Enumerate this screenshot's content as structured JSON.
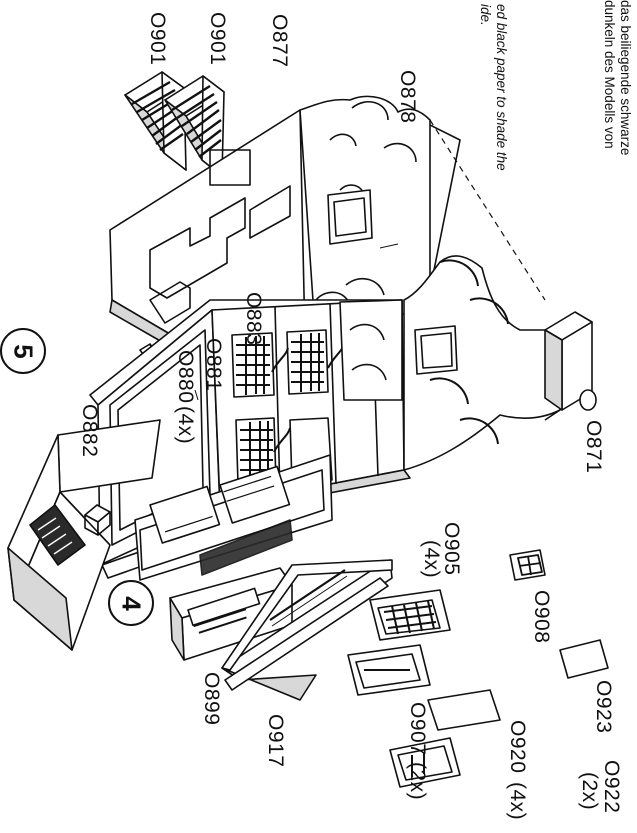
{
  "instructions": {
    "de_line1": "das beiliegende schwarze",
    "de_line2": "dunkeln des Modells von",
    "en_line1": "ed black paper to shade the",
    "en_line2": "ide."
  },
  "parts": {
    "p871": "O871",
    "p877": "O877",
    "p878": "O878",
    "p880": "O880",
    "p880_qty": "(4x)",
    "p881": "O881",
    "p882": "O882",
    "p883": "O883",
    "p899": "O899",
    "p901a": "O901",
    "p901b": "O901",
    "p905": "O905",
    "p905_qty": "(4x)",
    "p907": "O907",
    "p907_qty": "(2x)",
    "p908": "O908",
    "p917": "O917",
    "p920": "O920",
    "p920_qty": "(4x)",
    "p922": "O922",
    "p922_qty": "(2x)",
    "p923": "O923"
  },
  "steps": {
    "step4": "4",
    "step5": "5"
  },
  "colors": {
    "ink": "#111111",
    "paper": "#ffffff",
    "shade": "#d8d8d8",
    "dark": "#2a2a2a"
  }
}
